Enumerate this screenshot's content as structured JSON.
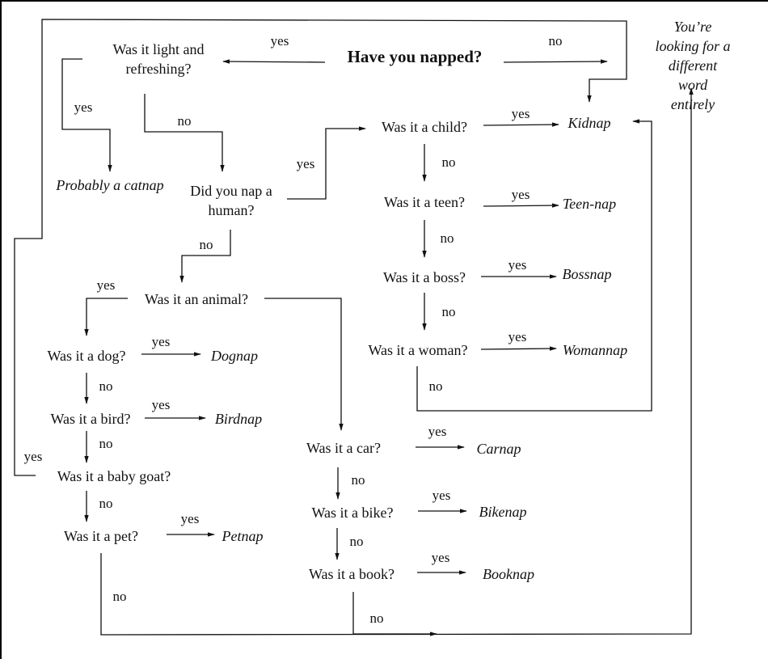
{
  "title": "Have you napped?",
  "nodes": {
    "start": "Have you napped?",
    "light": "Was it light and\nrefreshing?",
    "different": "You’re looking for a\ndifferent word entirely",
    "catnap": "Probably a catnap",
    "human": "Did you nap a\nhuman?",
    "child": "Was it a child?",
    "kidnap": "Kidnap",
    "teen": "Was it a teen?",
    "teennap": "Teen-nap",
    "boss": "Was it a boss?",
    "bossnap": "Bossnap",
    "woman": "Was it a woman?",
    "womannap": "Womannap",
    "animal": "Was it an animal?",
    "dog": "Was it a dog?",
    "dognap": "Dognap",
    "bird": "Was it a bird?",
    "birdnap": "Birdnap",
    "goat": "Was it a baby goat?",
    "pet": "Was it a pet?",
    "petnap": "Petnap",
    "car": "Was it a car?",
    "carnap": "Carnap",
    "bike": "Was it a bike?",
    "bikenap": "Bikenap",
    "book": "Was it a book?",
    "booknap": "Booknap"
  },
  "edge_labels": {
    "start_yes": "yes",
    "start_no": "no",
    "light_yes": "yes",
    "light_no": "no",
    "human_yes": "yes",
    "human_no": "no",
    "child_yes": "yes",
    "child_no": "no",
    "teen_yes": "yes",
    "teen_no": "no",
    "boss_yes": "yes",
    "boss_no": "no",
    "woman_yes": "yes",
    "woman_no": "no",
    "animal_yes": "yes",
    "dog_yes": "yes",
    "dog_no": "no",
    "bird_yes": "yes",
    "bird_no": "no",
    "goat_yes": "yes",
    "goat_no": "no",
    "pet_yes": "yes",
    "pet_no": "no",
    "car_yes": "yes",
    "car_no": "no",
    "bike_yes": "yes",
    "bike_no": "no",
    "book_yes": "yes",
    "book_no": "no"
  }
}
